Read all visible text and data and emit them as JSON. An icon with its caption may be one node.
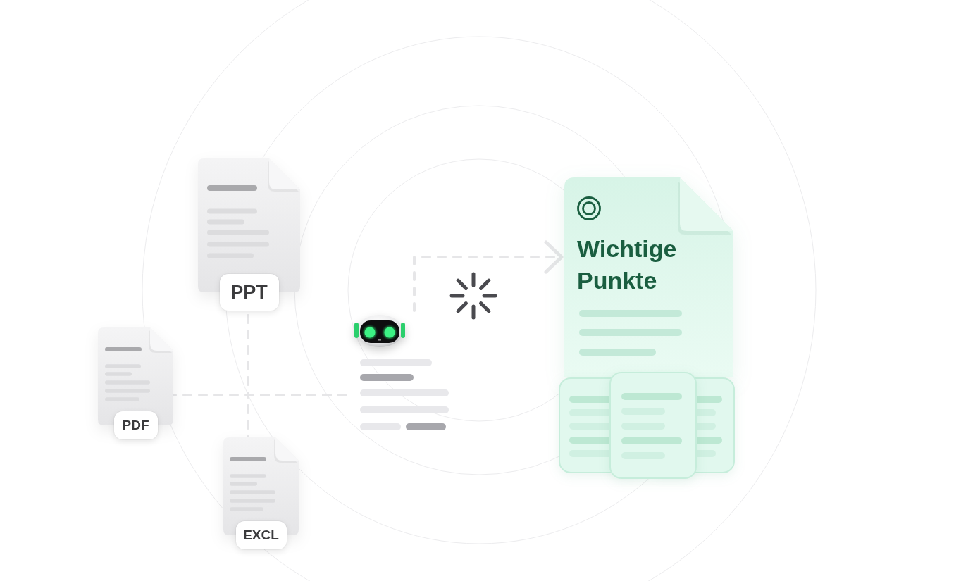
{
  "diagram": {
    "nodes": [
      {
        "text": [
          "PPT"
        ]
      },
      {
        "text": [
          "PDF"
        ]
      },
      {
        "text": [
          "EXCL"
        ]
      },
      {
        "text": [],
        "shape": "picture"
      },
      {
        "text": [
          "Wichtige Punkte"
        ]
      }
    ],
    "edges": [
      {
        "from": 0,
        "to": 3,
        "arrow": "none",
        "style": "dashed"
      },
      {
        "from": 1,
        "to": 3,
        "arrow": "none",
        "style": "dashed"
      },
      {
        "from": 2,
        "to": 3,
        "arrow": "none",
        "style": "dashed"
      },
      {
        "from": 3,
        "to": 4,
        "arrow": "to",
        "style": "dashed"
      }
    ]
  }
}
